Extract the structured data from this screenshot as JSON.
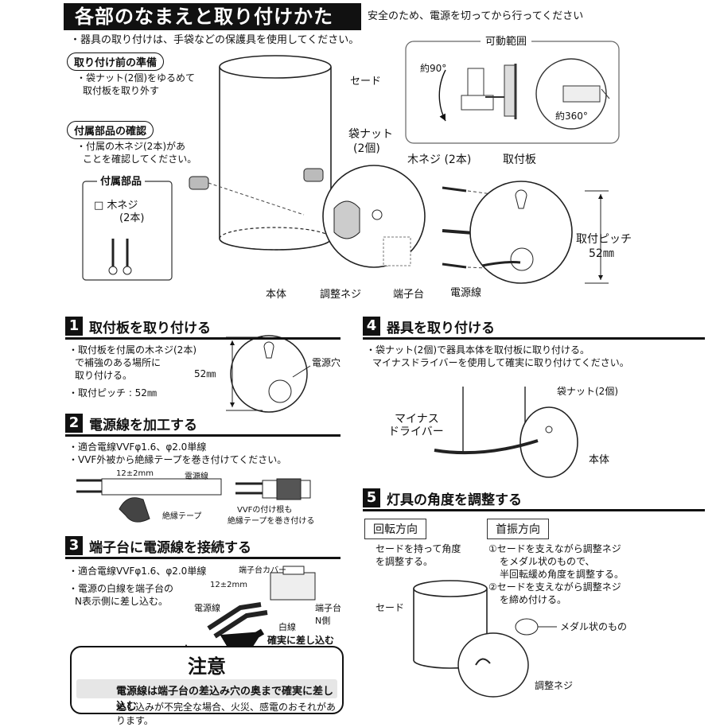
{
  "header": {
    "title": "各部のなまえと取り付けかた",
    "note": "安全のため、電源を切ってから行ってください"
  },
  "intro": {
    "gloves": "・器具の取り付けは、手袋などの保護具を使用してください。",
    "prep_label": "取り付け前の準備",
    "prep_line1": "・袋ナット(2個)をゆるめて",
    "prep_line2": "取付板を取り外す",
    "check_label": "付属部品の確認",
    "check_line1": "・付属の木ネジ(2本)があ",
    "check_line2": "ことを確認してください。",
    "parts_label": "付属部品",
    "parts_item1": "□ 木ネジ",
    "parts_item2": "(2本)"
  },
  "diagram": {
    "movable_range": "可動範囲",
    "deg90": "約90°",
    "deg360": "約360°",
    "shade": "セード",
    "cap_nut": "袋ナット",
    "cap_nut_count": "(2個)",
    "wood_screw": "木ネジ (2本)",
    "mount_plate": "取付板",
    "pitch_label": "取付ピッチ",
    "pitch_value": "52㎜",
    "body": "本体",
    "adjust_screw": "調整ネジ",
    "terminal": "端子台",
    "power_wire": "電源線"
  },
  "step1": {
    "num": "1",
    "title": "取付板を取り付ける",
    "line1": "・取付板を付属の木ネジ(2本)",
    "line2": "で補強のある場所に",
    "line3": "取り付ける。",
    "line4": "・取付ピッチ : 52㎜",
    "dim": "52㎜",
    "hole": "電源穴"
  },
  "step2": {
    "num": "2",
    "title": "電源線を加工する",
    "line1": "・適合電線VVFφ1.6、φ2.0単線",
    "line2": "・VVF外被から絶縁テープを巻き付けてください。",
    "strip": "12±2mm",
    "wire": "電源線",
    "tape": "絶縁テープ",
    "base_note1": "VVFの付け根も",
    "base_note2": "絶縁テープを巻き付ける"
  },
  "step3": {
    "num": "3",
    "title": "端子台に電源線を接続する",
    "line1": "・適合電線VVFφ1.6、φ2.0単線",
    "line2": "・電源の白線を端子台の",
    "line3": "N表示側に差し込む。",
    "cover": "端子台カバー",
    "strip": "12±2mm",
    "wire": "電源線",
    "terminal": "端子台",
    "n_side": "N側",
    "white": "白線",
    "insert": "確実に差し込む"
  },
  "caution": {
    "head": "注意",
    "bold": "電源線は端子台の差込み穴の奥まで確実に差し込む",
    "text": "差し込みが不完全な場合、火災、感電のおそれがあります。"
  },
  "step4": {
    "num": "4",
    "title": "器具を取り付ける",
    "line1": "・袋ナット(2個)で器具本体を取付板に取り付ける。",
    "line2": "マイナスドライバーを使用して確実に取り付けてください。",
    "nut": "袋ナット(2個)",
    "driver1": "マイナス",
    "driver2": "ドライバー",
    "body": "本体"
  },
  "step5": {
    "num": "5",
    "title": "灯具の角度を調整する",
    "rotate_label": "回転方向",
    "rotate1": "セードを持って角度",
    "rotate2": "を調整する。",
    "tilt_label": "首振方向",
    "tilt1": "①セードを支えながら調整ネジ",
    "tilt2": "をメダル状のもので、",
    "tilt3": "半回転緩め角度を調整する。",
    "tilt4": "②セードを支えながら調整ネジ",
    "tilt5": "を締め付ける。",
    "shade": "セード",
    "medal": "メダル状のもの",
    "screw": "調整ネジ"
  }
}
